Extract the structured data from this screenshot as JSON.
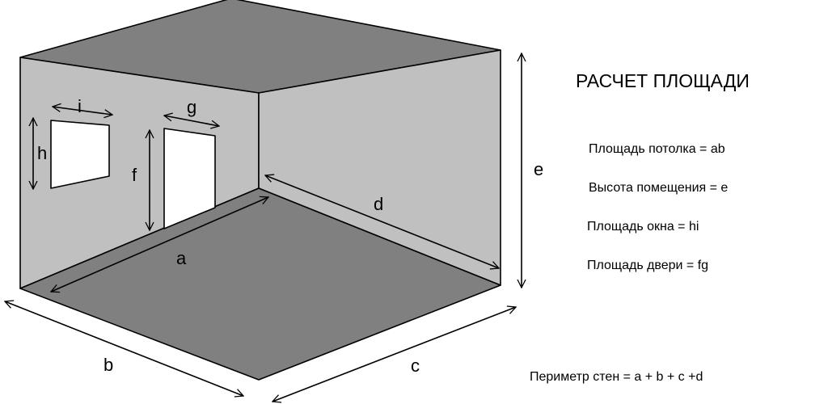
{
  "title": "РАСЧЕТ ПЛОЩАДИ",
  "formulas": {
    "ceiling": "Площадь потолка = ab",
    "height": "Высота помещения = e",
    "window": "Площадь окна = hi",
    "door": "Площадь двери = fg",
    "perimeter": "Периметр стен = a + b + c +d"
  },
  "labels": {
    "a": "a",
    "b": "b",
    "c": "c",
    "d": "d",
    "e": "e",
    "f": "f",
    "g": "g",
    "h": "h",
    "i": "i"
  },
  "colors": {
    "ceiling": "#808080",
    "floor": "#808080",
    "walls": "#c0c0c0",
    "openings": "#ffffff"
  }
}
